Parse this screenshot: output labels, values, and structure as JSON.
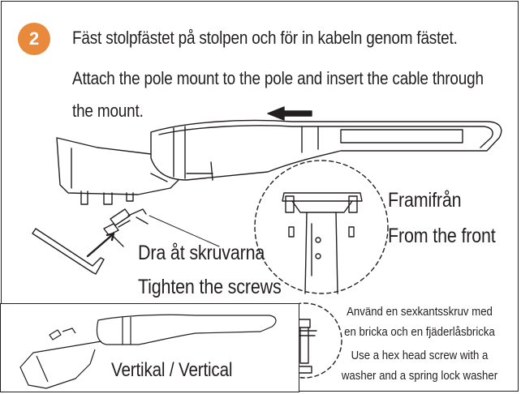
{
  "step": {
    "number": "2",
    "instruction_sv": "Fäst stolpfästet på stolpen och för in kabeln genom fästet.",
    "instruction_en_line1": "Attach the pole mount to the pole and insert the cable through",
    "instruction_en_line2": "the mount."
  },
  "front_view": {
    "label_sv": "Framifrån",
    "label_en": "From the front"
  },
  "screws": {
    "label_sv": "Dra åt skruvarna",
    "label_en": "Tighten the screws"
  },
  "inset": {
    "label": "Vertikal / Vertical"
  },
  "hardware_note": {
    "sv_line1": "Använd en sexkantsskruv med",
    "sv_line2": "en bricka och en fjäderlåsbricka",
    "en_line1": "Use a hex head screw with a",
    "en_line2": "washer and a spring lock washer"
  },
  "colors": {
    "accent": "#e8893c",
    "ink": "#231f20"
  }
}
